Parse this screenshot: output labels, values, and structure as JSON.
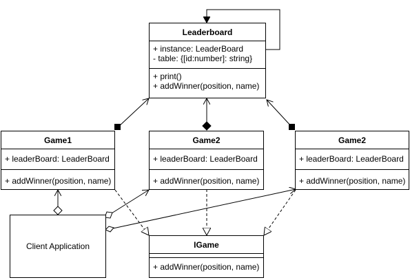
{
  "classes": {
    "leaderboard": {
      "name": "Leaderboard",
      "attributes": [
        "+ instance: LeaderBoard",
        "- table: {[id:number]: string}"
      ],
      "methods": [
        "+ print()",
        "+ addWinner(position, name)"
      ]
    },
    "game1": {
      "name": "Game1",
      "attributes": [
        "+ leaderBoard: LeaderBoard"
      ],
      "methods": [
        "+ addWinner(position, name)"
      ]
    },
    "game2_center": {
      "name": "Game2",
      "attributes": [
        "+ leaderBoard: LeaderBoard"
      ],
      "methods": [
        "+ addWinner(position, name)"
      ]
    },
    "game2_right": {
      "name": "Game2",
      "attributes": [
        "+ leaderBoard: LeaderBoard"
      ],
      "methods": [
        "+ addWinner(position, name)"
      ]
    },
    "igame": {
      "name": "IGame",
      "methods": [
        "+ addWinner(position, name)"
      ]
    }
  },
  "client": {
    "label": "Client Application"
  }
}
